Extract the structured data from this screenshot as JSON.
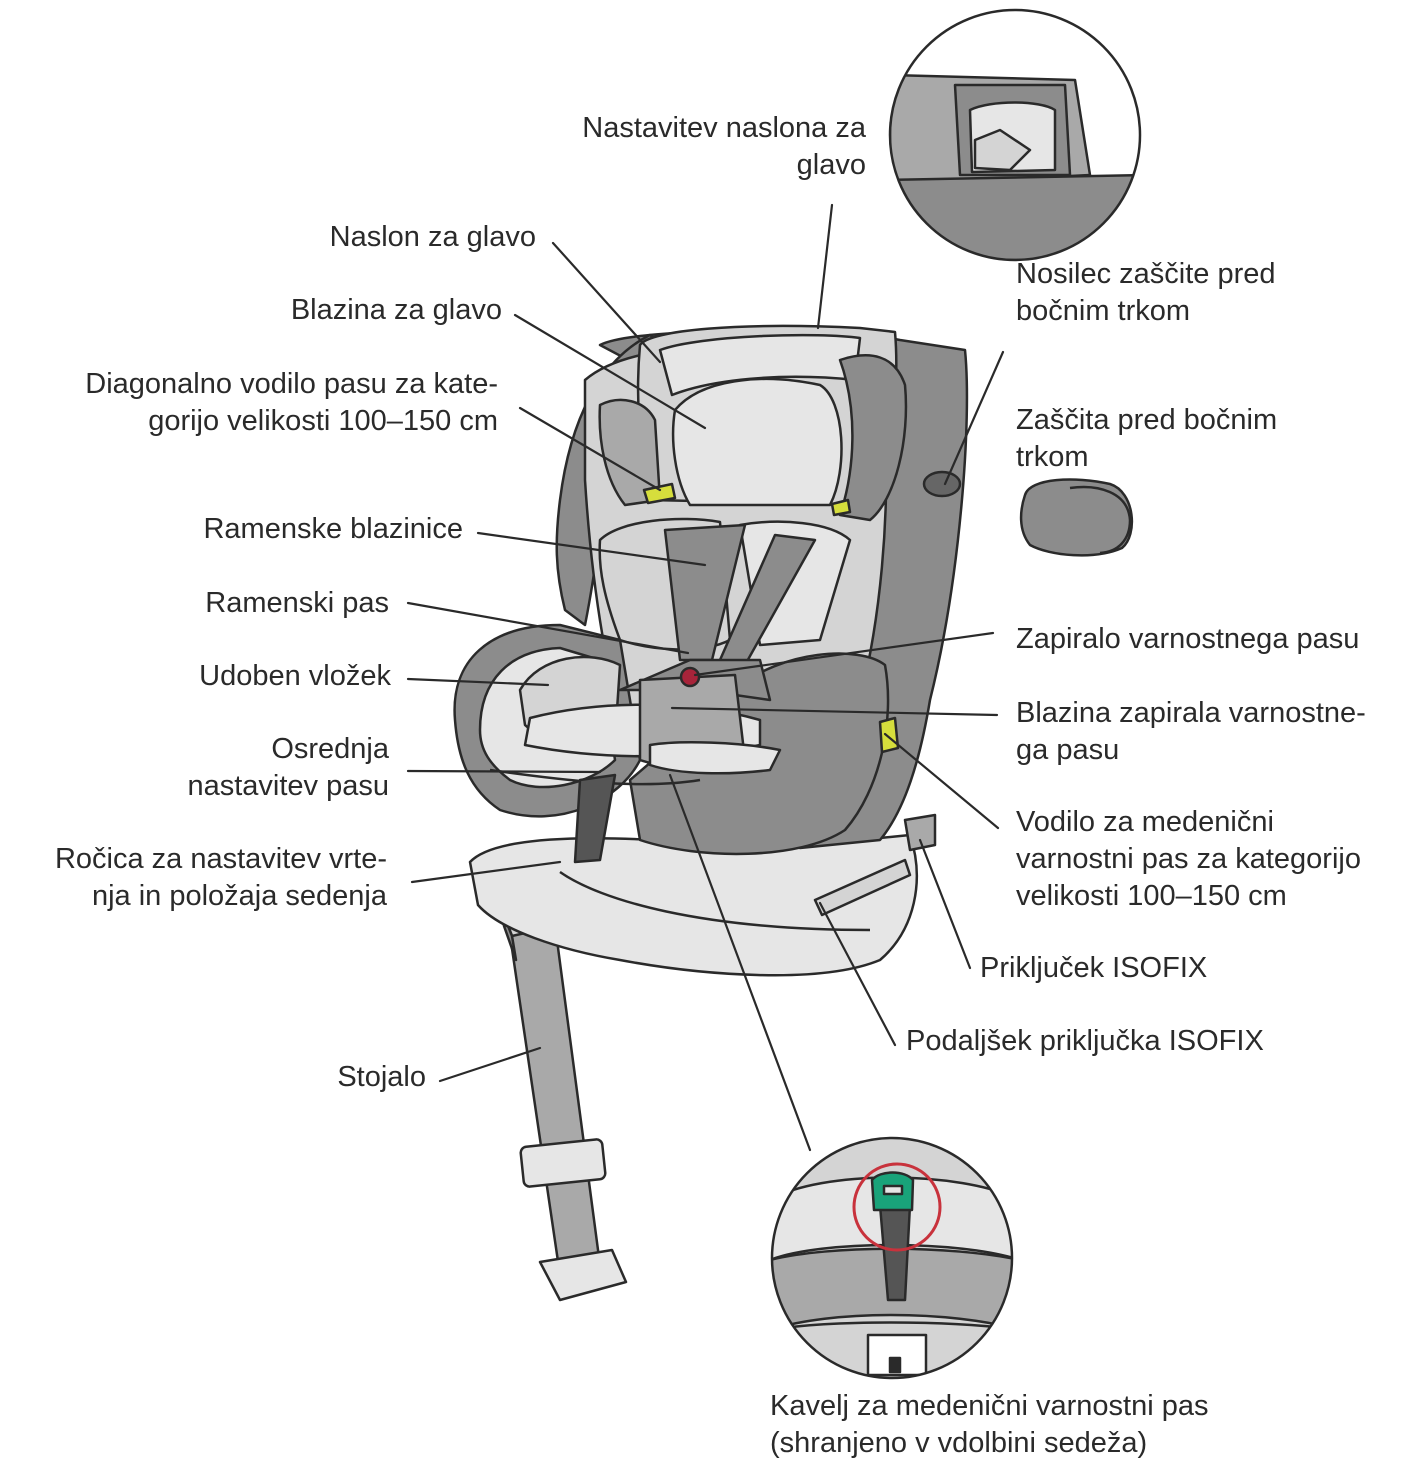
{
  "diagram": {
    "labels": {
      "headrest_adjust": [
        "Nastavitev naslona za",
        "glavo"
      ],
      "headrest": [
        "Naslon za glavo"
      ],
      "head_cushion": [
        "Blazina za glavo"
      ],
      "diagonal_guide": [
        "Diagonalno vodilo pasu za kate-",
        "gorijo velikosti 100–150 cm"
      ],
      "shoulder_pads": [
        "Ramenske blazinice"
      ],
      "shoulder_belt": [
        "Ramenski pas"
      ],
      "comfort_insert": [
        "Udoben vložek"
      ],
      "central_adjust": [
        "Osrednja",
        "nastavitev pasu"
      ],
      "rotation_lever": [
        "Ročica za nastavitev vrte-",
        "nja in položaja sedenja"
      ],
      "support_leg": [
        "Stojalo"
      ],
      "side_impact_holder": [
        "Nosilec zaščite pred",
        "bočnim trkom"
      ],
      "side_impact_protection": [
        "Zaščita pred bočnim",
        "trkom"
      ],
      "buckle": [
        "Zapiralo varnostnega pasu"
      ],
      "buckle_pad": [
        "Blazina zapirala varnostne-",
        "ga pasu"
      ],
      "lap_guide": [
        "Vodilo za medenični",
        "varnostni pas za kategorijo",
        "velikosti 100–150 cm"
      ],
      "isofix_connector": [
        "Priključek ISOFIX"
      ],
      "isofix_extension": [
        "Podaljšek priključka ISOFIX"
      ],
      "lap_hook": [
        "Kavelj za medenični varnostni pas",
        "(shranjeno v vdolbini sedeža)"
      ]
    },
    "colors": {
      "shell_dark": "#8c8c8c",
      "shell_mid": "#a9a9a9",
      "fabric_light": "#d4d4d4",
      "fabric_lighter": "#e6e6e6",
      "outline": "#2a2a2a",
      "accent_green": "#d6de3c",
      "hook_green": "#19a37a",
      "highlight_red": "#c8323c",
      "buckle_red": "#a8243a"
    }
  }
}
